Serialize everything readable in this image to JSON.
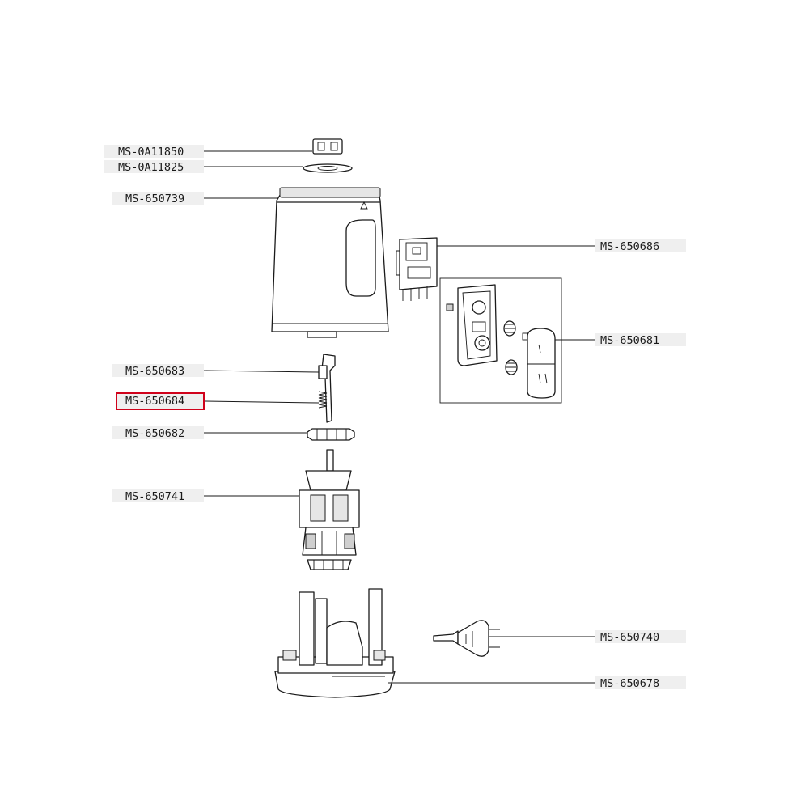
{
  "parts": [
    {
      "code": "MS-0A11850",
      "highlighted": false
    },
    {
      "code": "MS-0A11825",
      "highlighted": false
    },
    {
      "code": "MS-650739",
      "highlighted": false
    },
    {
      "code": "MS-650686",
      "highlighted": false
    },
    {
      "code": "MS-650681",
      "highlighted": false
    },
    {
      "code": "MS-650683",
      "highlighted": false
    },
    {
      "code": "MS-650684",
      "highlighted": true
    },
    {
      "code": "MS-650682",
      "highlighted": false
    },
    {
      "code": "MS-650741",
      "highlighted": false
    },
    {
      "code": "MS-650740",
      "highlighted": false
    },
    {
      "code": "MS-650678",
      "highlighted": false
    }
  ],
  "colors": {
    "highlight": "#d0021b",
    "label_background": "#efefef",
    "line": "#1a1a1a"
  }
}
